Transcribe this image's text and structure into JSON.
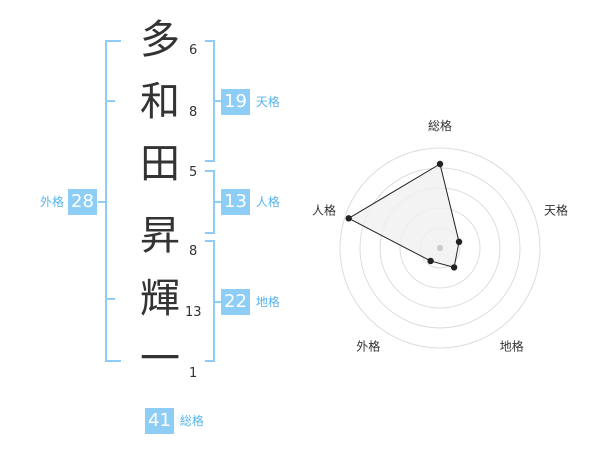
{
  "name_chars": [
    {
      "char": "多",
      "strokes": "6"
    },
    {
      "char": "和",
      "strokes": "8"
    },
    {
      "char": "田",
      "strokes": "5"
    },
    {
      "char": "昇",
      "strokes": "8"
    },
    {
      "char": "輝",
      "strokes": "13"
    },
    {
      "char": "一",
      "strokes": "1"
    }
  ],
  "kaku": {
    "tenkaku": {
      "value": "19",
      "label": "天格"
    },
    "jinkaku": {
      "value": "13",
      "label": "人格"
    },
    "chikaku": {
      "value": "22",
      "label": "地格"
    },
    "gaikaku": {
      "value": "28",
      "label": "外格"
    },
    "soukaku": {
      "value": "41",
      "label": "総格"
    }
  },
  "radar": {
    "axes": [
      "総格",
      "天格",
      "地格",
      "外格",
      "人格"
    ],
    "values": [
      4.2,
      1.0,
      1.2,
      0.8,
      4.8
    ],
    "max": 5,
    "colors": {
      "ring": "#dddddd",
      "fill": "#f0f0f0",
      "line": "#222222",
      "point": "#222222",
      "center": "#cccccc"
    }
  }
}
